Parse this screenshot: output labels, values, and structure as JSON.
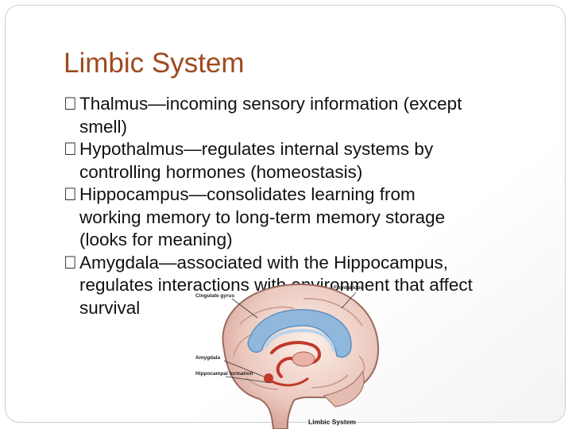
{
  "slide": {
    "title": "Limbic System",
    "bullet_marker": "",
    "bullets": [
      {
        "lines": [
          "Thalmus—incoming sensory information (except",
          "smell)"
        ]
      },
      {
        "lines": [
          "Hypothalmus—regulates internal systems by",
          "controlling hormones (homeostasis)"
        ]
      },
      {
        "lines": [
          "Hippocampus—consolidates learning from",
          "working memory to long-term memory storage",
          "(looks for meaning)"
        ]
      },
      {
        "lines": [
          "Amygdala—associated with the Hippocampus,",
          "regulates interactions with environment that affect",
          "survival"
        ]
      }
    ]
  },
  "figure": {
    "labels": {
      "cingulate": "Cingulate gyrus",
      "frontal": "Frontal lobe",
      "amygdala": "Amygdala",
      "hippocampal": "Hippocampal formation",
      "caption": "Limbic System"
    }
  },
  "colors": {
    "title": "#9e4a1e",
    "text": "#111111"
  }
}
